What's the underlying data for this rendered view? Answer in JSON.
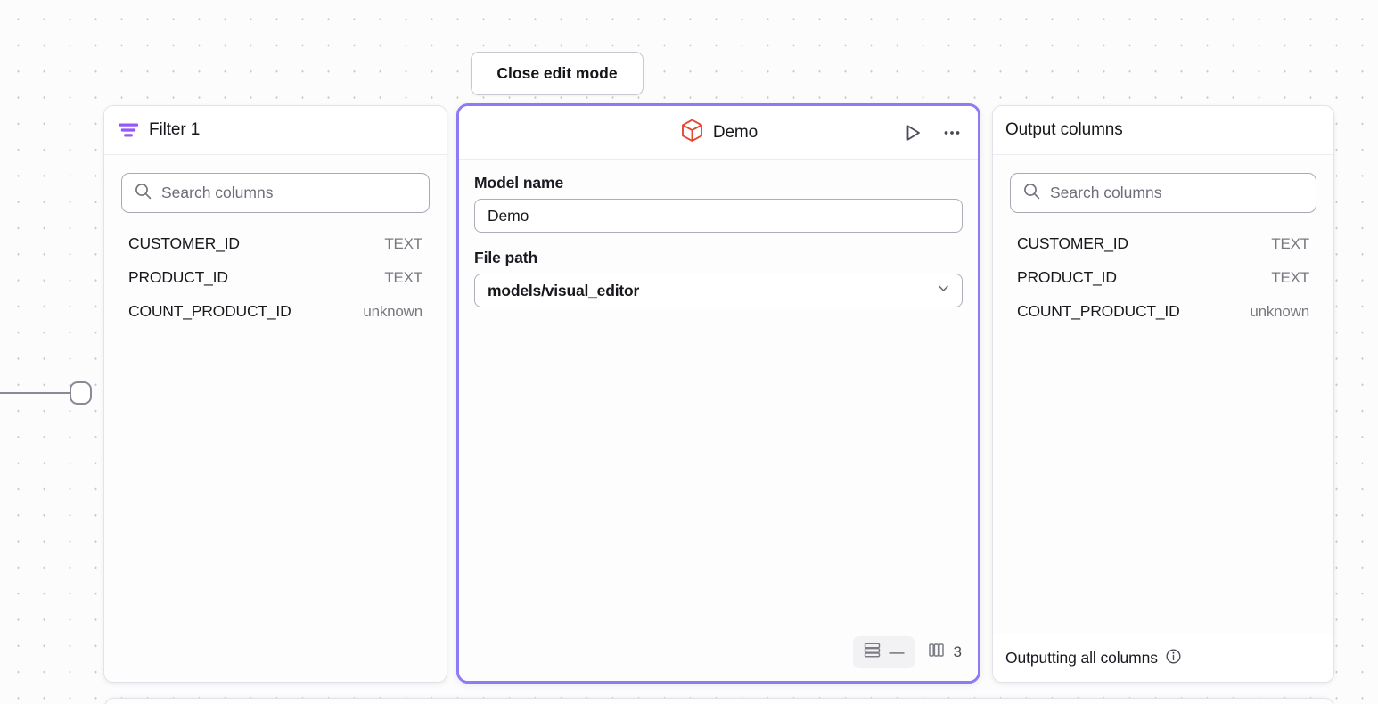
{
  "toolbar": {
    "close_edit_mode_label": "Close edit mode"
  },
  "colors": {
    "accent_purple": "#8b7cf6",
    "model_icon_red": "#e8462f",
    "filter_icon_purple": "#9458f5",
    "canvas_background": "#fcfcfd",
    "panel_background": "#ffffff",
    "muted_text": "#78787f"
  },
  "filter_panel": {
    "icon": "filter-icon",
    "title": "Filter 1",
    "search": {
      "icon": "search-icon",
      "placeholder": "Search columns",
      "value": ""
    },
    "columns": [
      {
        "name": "CUSTOMER_ID",
        "type": "TEXT"
      },
      {
        "name": "PRODUCT_ID",
        "type": "TEXT"
      },
      {
        "name": "COUNT_PRODUCT_ID",
        "type": "unknown"
      }
    ]
  },
  "model_panel": {
    "icon": "cube-icon",
    "title": "Demo",
    "actions": [
      {
        "icon": "play-icon",
        "name": "run-model-button"
      },
      {
        "icon": "ellipsis-icon",
        "name": "more-options-button"
      }
    ],
    "fields": {
      "model_name_label": "Model name",
      "model_name_value": "Demo",
      "file_path_label": "File path",
      "file_path_value": "models/visual_editor",
      "file_path_chevron": "chevron-down-icon"
    },
    "stats": {
      "rows_icon": "rows-icon",
      "rows_value": "—",
      "columns_icon": "columns-icon",
      "columns_value": "3"
    }
  },
  "output_panel": {
    "title": "Output columns",
    "search": {
      "icon": "search-icon",
      "placeholder": "Search columns",
      "value": ""
    },
    "columns": [
      {
        "name": "CUSTOMER_ID",
        "type": "TEXT"
      },
      {
        "name": "PRODUCT_ID",
        "type": "TEXT"
      },
      {
        "name": "COUNT_PRODUCT_ID",
        "type": "unknown"
      }
    ],
    "footer": {
      "text": "Outputting all columns",
      "icon": "info-icon"
    }
  },
  "canvas": {
    "edge_handle": "connector-handle"
  }
}
